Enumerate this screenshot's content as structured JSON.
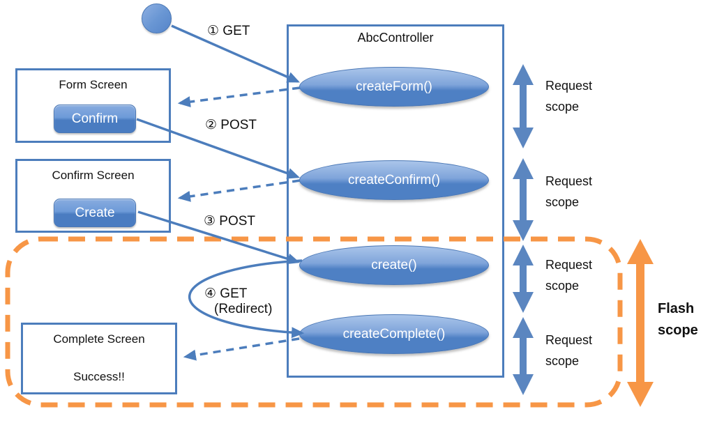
{
  "controller": {
    "title": "AbcController"
  },
  "methods": [
    {
      "label": "createForm()"
    },
    {
      "label": "createConfirm()"
    },
    {
      "label": "create()"
    },
    {
      "label": "createComplete()"
    }
  ],
  "screens": {
    "form": {
      "title": "Form Screen",
      "button": "Confirm"
    },
    "confirm": {
      "title": "Confirm Screen",
      "button": "Create"
    },
    "complete": {
      "title": "Complete Screen",
      "message": "Success!!"
    }
  },
  "flow_labels": {
    "step1": "① GET",
    "step2": "② POST",
    "step3": "③ POST",
    "step4": "④ GET",
    "step4_sub": "(Redirect)"
  },
  "scope_labels": {
    "request": [
      "Request scope",
      "Request scope",
      "Request scope",
      "Request scope"
    ],
    "flash": "Flash scope"
  },
  "colors": {
    "accent_blue": "#4c7dbc",
    "arrow_blue": "#5b86c0",
    "accent_orange": "#f79646"
  }
}
